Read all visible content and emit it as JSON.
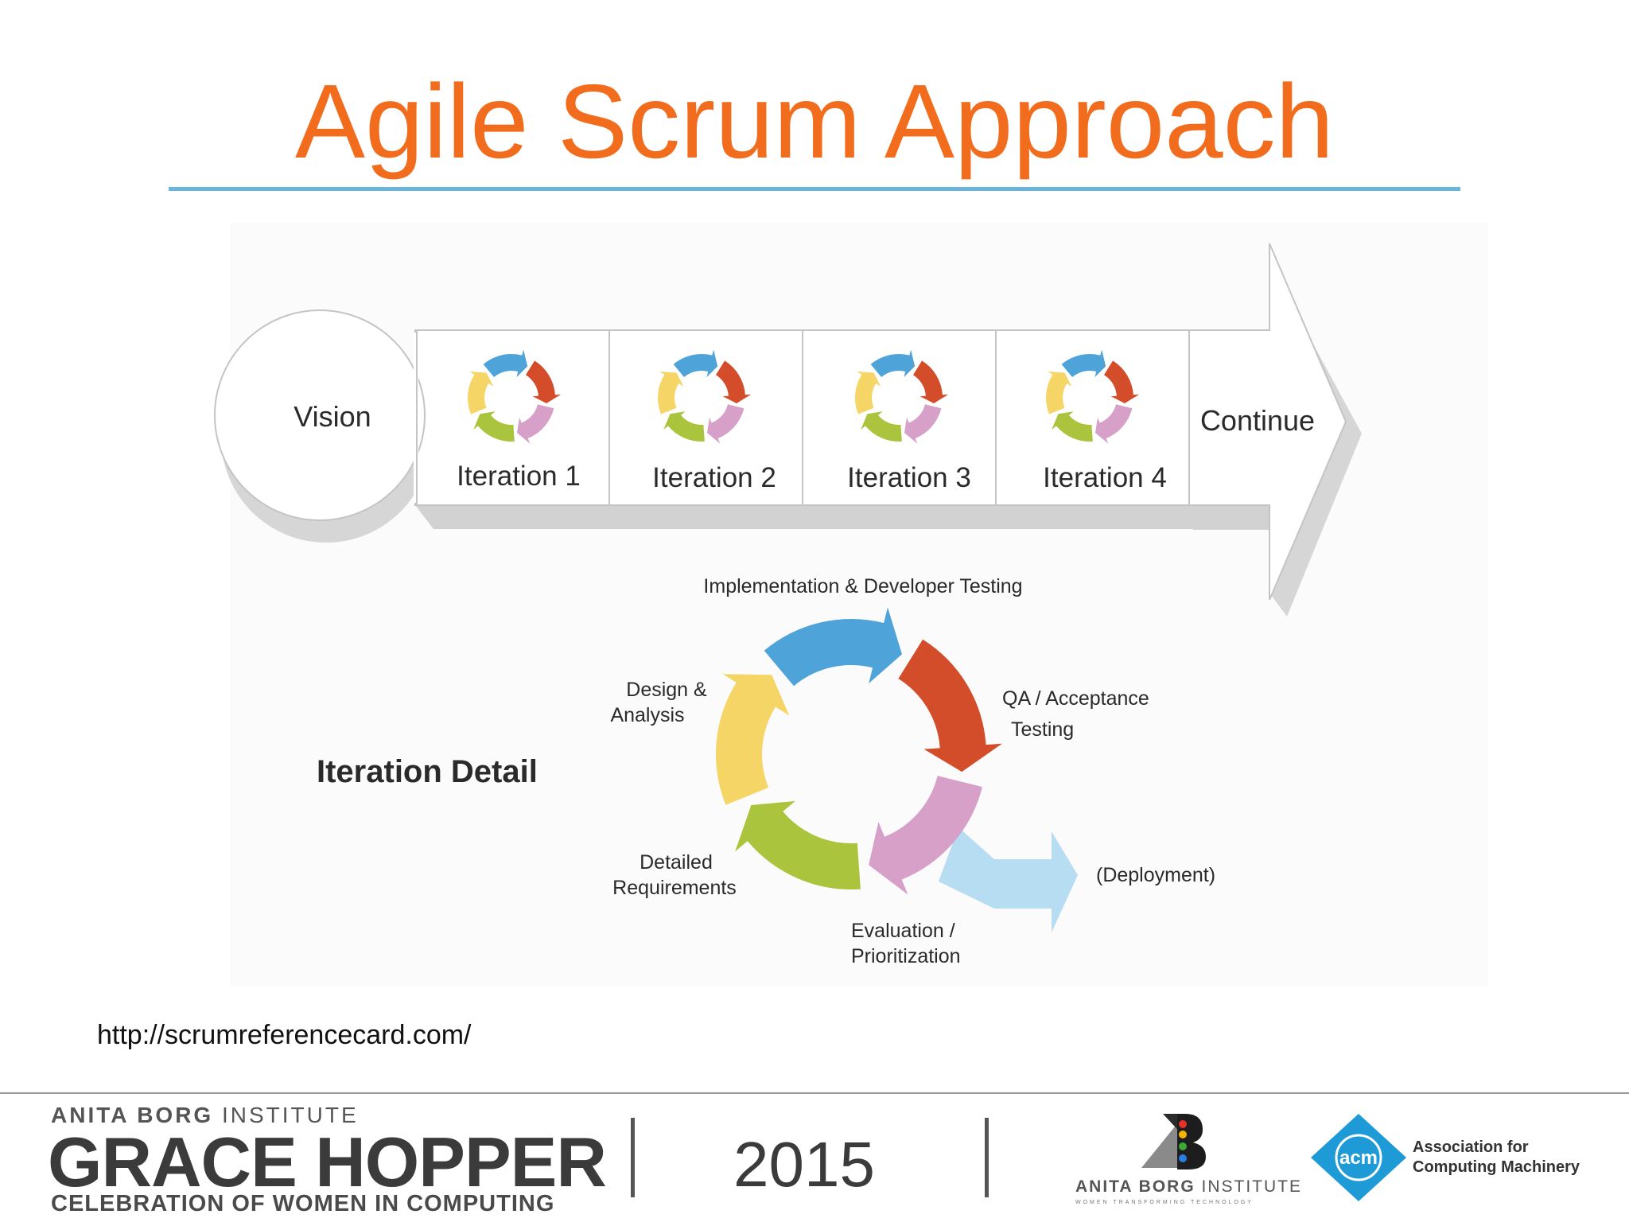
{
  "slide": {
    "title": "Agile Scrum Approach",
    "source_url": "http://scrumreferencecard.com/"
  },
  "roadmap": {
    "vision_label": "Vision",
    "iterations": [
      "Iteration 1",
      "Iteration 2",
      "Iteration 3",
      "Iteration 4"
    ],
    "continue_label": "Continue"
  },
  "iteration_detail": {
    "heading": "Iteration Detail",
    "phases": [
      {
        "lines": [
          "Implementation & Developer Testing"
        ],
        "color": "#4ea3d8"
      },
      {
        "lines": [
          "QA / Acceptance",
          "Testing"
        ],
        "color": "#d44d2a"
      },
      {
        "lines": [
          "Evaluation /",
          "Prioritization"
        ],
        "color": "#d7a0c9"
      },
      {
        "lines": [
          "Detailed",
          "Requirements"
        ],
        "color": "#aac43d"
      },
      {
        "lines": [
          "Design &",
          "Analysis"
        ],
        "color": "#f5d565"
      }
    ],
    "exit_label": "(Deployment)",
    "exit_color": "#b7ddf2"
  },
  "footer": {
    "institute_bold": "ANITA BORG",
    "institute_rest": " INSTITUTE",
    "event_name": "GRACE HOPPER",
    "event_sub": "CELEBRATION OF WOMEN IN COMPUTING",
    "year": "2015",
    "abi_logo_bold": "ANITA BORG",
    "abi_logo_rest": " INSTITUTE",
    "abi_tagline": "WOMEN TRANSFORMING TECHNOLOGY",
    "acm_logo_text": "acm",
    "acm_name_line1": "Association for",
    "acm_name_line2": "Computing Machinery"
  },
  "colors": {
    "title": "#f26c1e",
    "rule": "#6bb5dd",
    "cycle": [
      "#4ea3d8",
      "#d44d2a",
      "#d7a0c9",
      "#aac43d",
      "#f5d565"
    ]
  }
}
